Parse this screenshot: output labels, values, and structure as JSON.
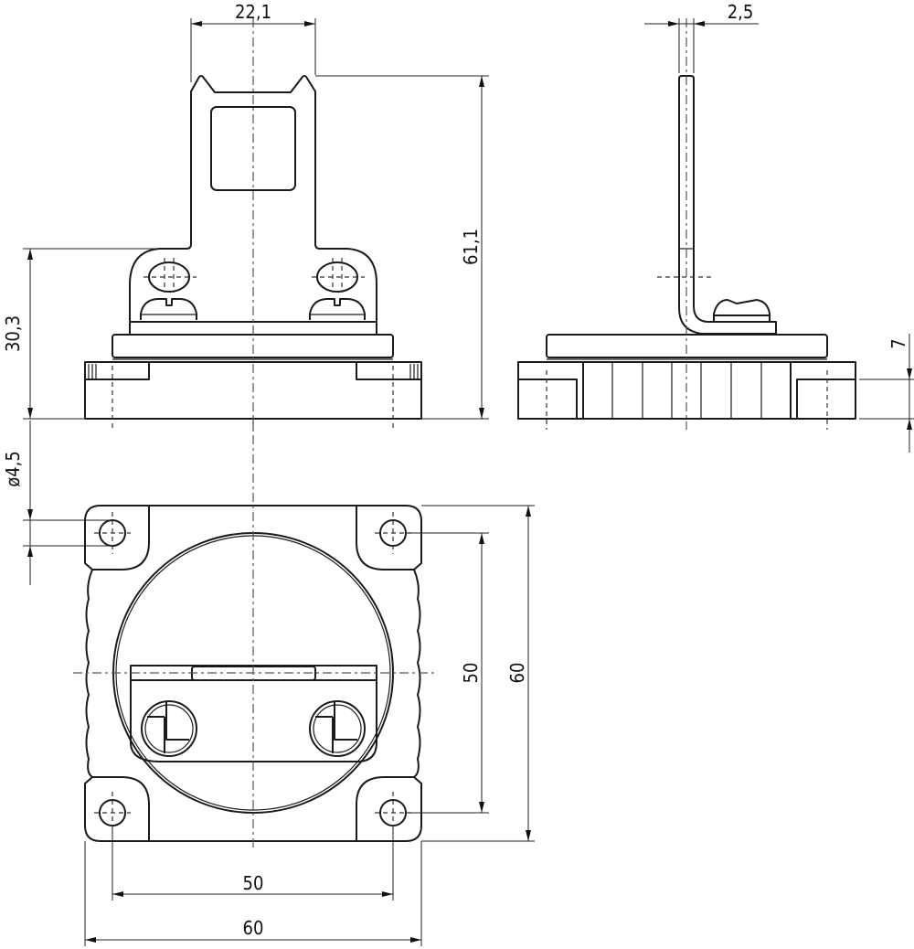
{
  "drawing": {
    "views": [
      "front-view",
      "side-view",
      "bottom-view"
    ],
    "dimensions": {
      "front_tab_width": "22,1",
      "front_total_height": "61,1",
      "front_shoulder_height": "30,3",
      "side_tab_thickness": "2,5",
      "side_base_height": "7",
      "hole_diameter": "ø4,5",
      "hole_pitch_vertical": "50",
      "outer_height": "60",
      "hole_pitch_horizontal": "50",
      "outer_width": "60"
    },
    "line_color": "#1a1a1a"
  }
}
